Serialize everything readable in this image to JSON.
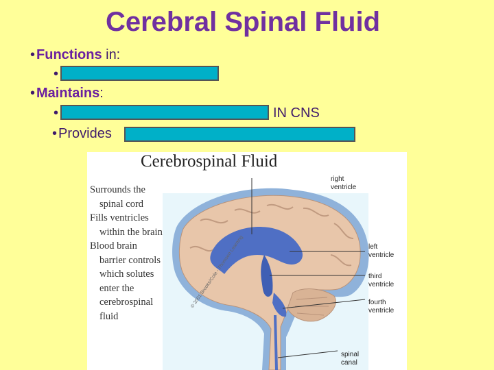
{
  "title": "Cerebral Spinal Fluid",
  "bullets": {
    "functions_label": "Functions",
    "functions_suffix": " in:",
    "maintains_label": "Maintains",
    "maintains_suffix": ":",
    "in_cns": "IN CNS",
    "provides": "Provides"
  },
  "figure": {
    "title": "Cerebrospinal Fluid",
    "left_text": [
      "Surrounds the",
      "spinal cord",
      "Fills ventricles",
      "within the brain",
      "Blood brain",
      "barrier controls",
      "which solutes",
      "enter the",
      "cerebrospinal",
      "fluid"
    ],
    "labels": {
      "right_ventricle_1": "right",
      "right_ventricle_2": "ventricle",
      "left_ventricle_1": "left",
      "left_ventricle_2": "ventricle",
      "third_ventricle_1": "third",
      "third_ventricle_2": "ventricle",
      "fourth_ventricle_1": "fourth",
      "fourth_ventricle_2": "ventricle",
      "spinal_canal_1": "spinal",
      "spinal_canal_2": "canal"
    },
    "copyright": "© 2001 Brooks/Cole - Thomson Learning"
  },
  "colors": {
    "background": "#ffff99",
    "title": "#7030a0",
    "redaction": "#00b0c8",
    "brain": "#e7c3a6",
    "ventricle": "#4f6fc4"
  }
}
